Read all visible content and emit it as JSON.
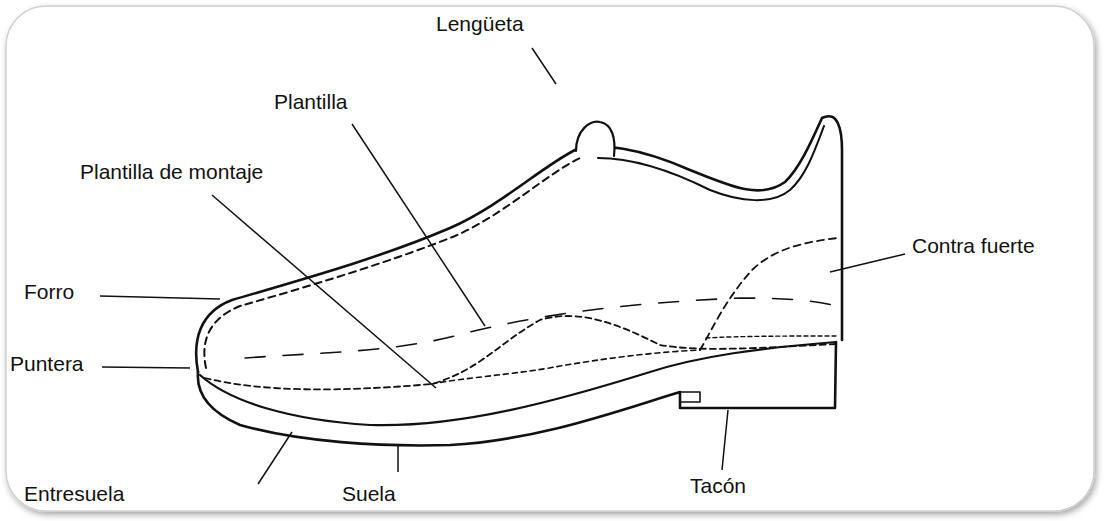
{
  "diagram": {
    "labels": [
      "Lengüeta",
      "Plantilla",
      "Plantilla de montaje",
      "Forro",
      "Contra fuerte",
      "Puntera",
      "Entresuela",
      "Suela",
      "Tacón"
    ]
  }
}
